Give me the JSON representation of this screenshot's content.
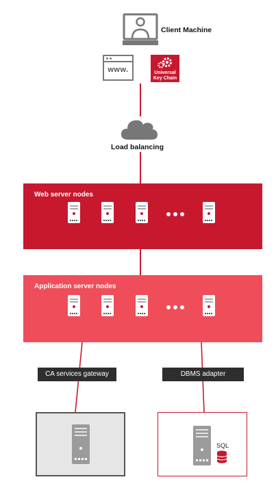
{
  "client": {
    "label": "Client Machine"
  },
  "browser": {
    "label": "www."
  },
  "keychain": {
    "label_line1": "Universal",
    "label_line2": "Key Chain"
  },
  "cloud": {
    "label": "Load balancing"
  },
  "web_nodes": {
    "title": "Web server nodes"
  },
  "app_nodes": {
    "title": "Application server nodes"
  },
  "gateway": {
    "label": "CA services gateway"
  },
  "dbms": {
    "label": "DBMS adapter"
  },
  "db": {
    "label": "SQL"
  },
  "colors": {
    "accent": "#c8182e",
    "app_band": "#ef4d5a",
    "web_band": "#c8182e",
    "tag": "#2e2e2e"
  }
}
